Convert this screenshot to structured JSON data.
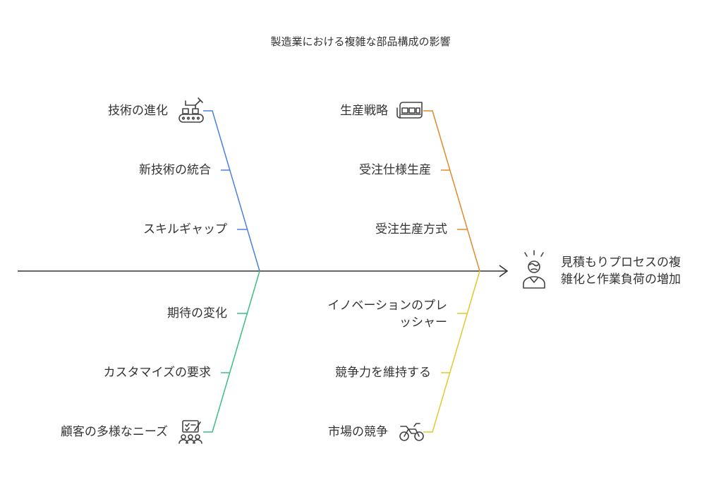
{
  "title": "製造業における複雑な部品構成の影響",
  "effect": {
    "line1": "見積もりプロセスの複",
    "line2": "雑化と作業負荷の増加"
  },
  "colors": {
    "blue": "#4a7fe0",
    "orange": "#e08a2c",
    "green": "#3bbf82",
    "yellow": "#e0c92c",
    "spine": "#333333"
  },
  "branches": {
    "top_left": {
      "labels": [
        "技術の進化",
        "新技術の統合",
        "スキルギャップ"
      ],
      "icon": "conveyor-robot-icon"
    },
    "top_right": {
      "labels": [
        "生産戦略",
        "受注仕様生産",
        "受注生産方式"
      ],
      "icon": "production-line-icon"
    },
    "bottom_left": {
      "labels": [
        "期待の変化",
        "カスタマイズの要求",
        "顧客の多様なニーズ"
      ],
      "icon": "customer-checklist-icon"
    },
    "bottom_right": {
      "labels": [
        "イノベーションのプレ",
        "ッシャー",
        "競争力を維持する",
        "市場の競争"
      ],
      "icon": "motorcycle-icon"
    }
  }
}
